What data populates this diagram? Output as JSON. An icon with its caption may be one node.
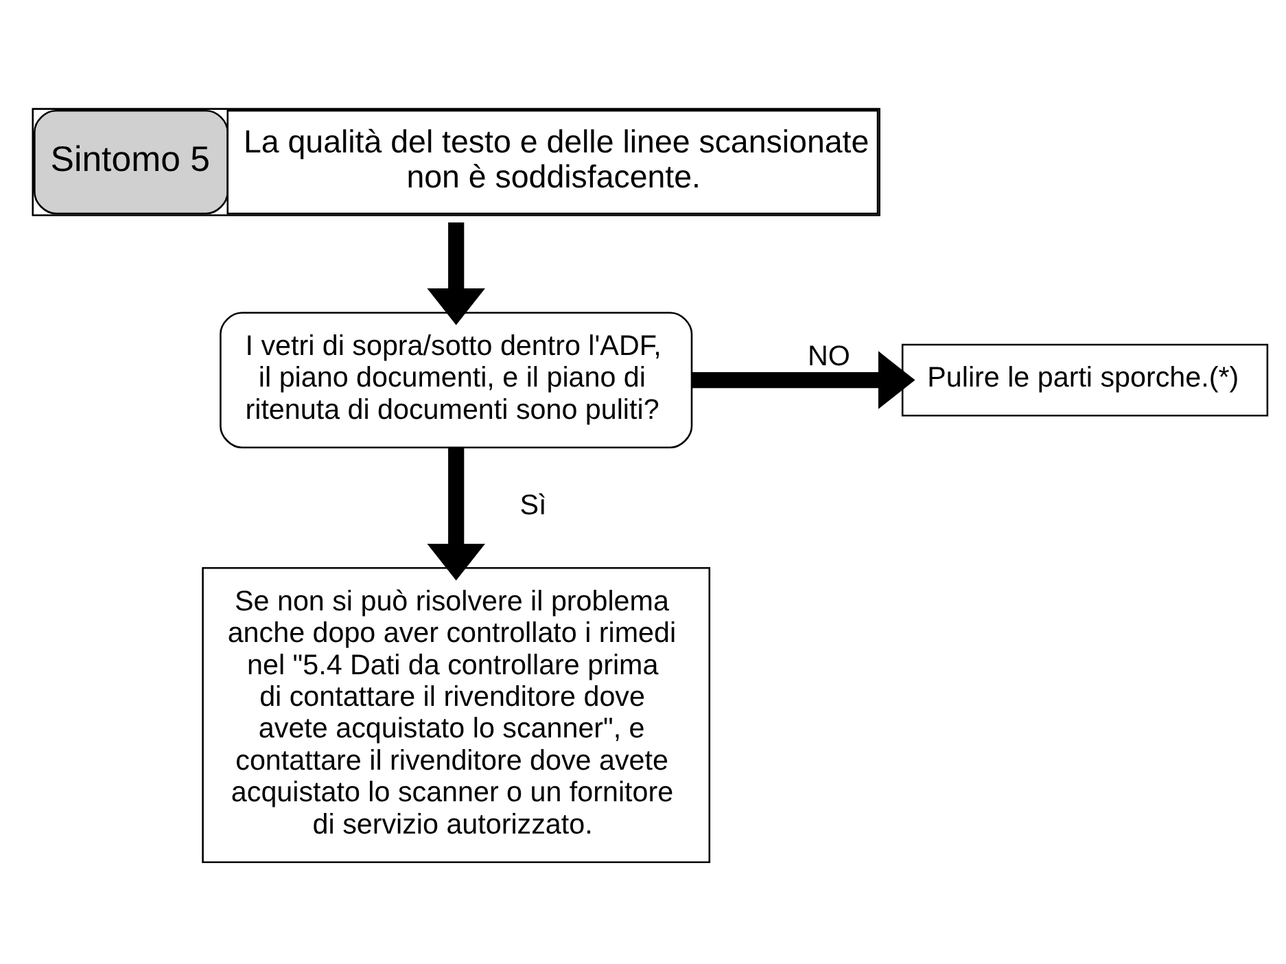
{
  "diagram": {
    "nodes": [
      {
        "text": [
          "Sintomo 5",
          "La qualità del testo e delle linee scansionate non è soddisfacente."
        ]
      },
      {
        "text": [
          "I vetri di sopra/sotto dentro l'ADF, il piano documenti, e il piano di ritenuta di documenti sono puliti?"
        ]
      },
      {
        "text": [
          "Pulire le parti sporche.(*)"
        ]
      },
      {
        "text": [
          "Se non si può risolvere il problema anche dopo aver controllato i rimedi nel \"5.4 Dati da controllare prima di contattare il rivenditore dove avete acquistato lo scanner\", e contattare il rivenditore dove avete acquistato lo scanner o un fornitore di servizio autorizzato."
        ]
      }
    ],
    "edges": [
      {
        "from": 0,
        "to": 1,
        "arrow": "to"
      },
      {
        "from": 1,
        "to": 2,
        "arrow": "to",
        "label": "NO"
      },
      {
        "from": 1,
        "to": 3,
        "arrow": "to",
        "label": "Sì"
      }
    ]
  }
}
